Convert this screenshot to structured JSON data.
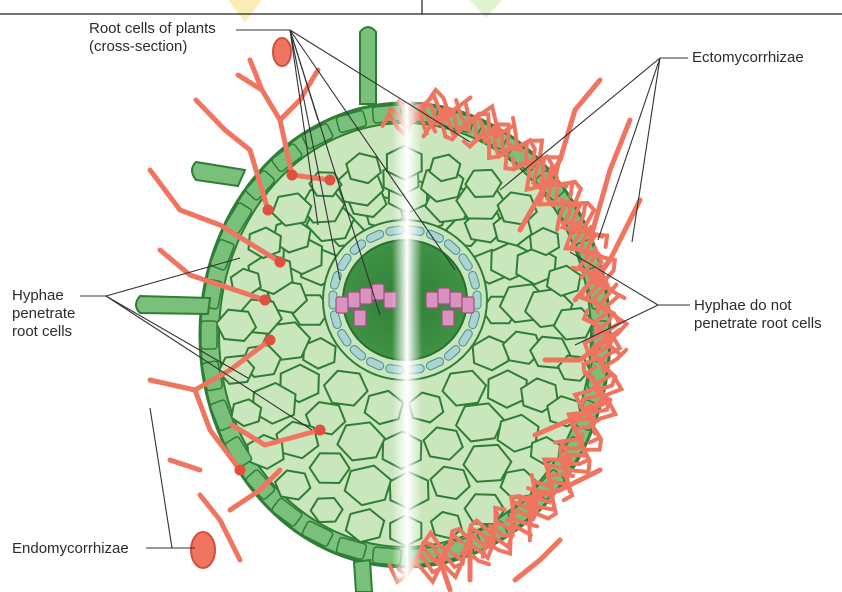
{
  "colors": {
    "cell_fill": "#c9e6bd",
    "cell_wall": "#2f7d36",
    "outer_cell_fill": "#79c07a",
    "fungus": "#f07560",
    "fungus_edge": "#d2503c",
    "xylem": "#d993bf",
    "endodermis": "#a9d4d2",
    "leader_line": "#333333",
    "watermark": "#f6df5e"
  },
  "diagram": {
    "left_half": "endomycorrhizae (hyphae inside cells)",
    "right_half": "ectomycorrhizae (hyphal mantle outside cells)"
  },
  "labels": {
    "root_cells": [
      "Root cells of plants",
      "(cross-section)"
    ],
    "ectomycorrhizae": "Ectomycorrhizae",
    "hyphae_penetrate": [
      "Hyphae",
      "penetrate",
      "root cells"
    ],
    "hyphae_do_not": [
      "Hyphae do not",
      "penetrate root cells"
    ],
    "endomycorrhizae": "Endomycorrhizae"
  }
}
